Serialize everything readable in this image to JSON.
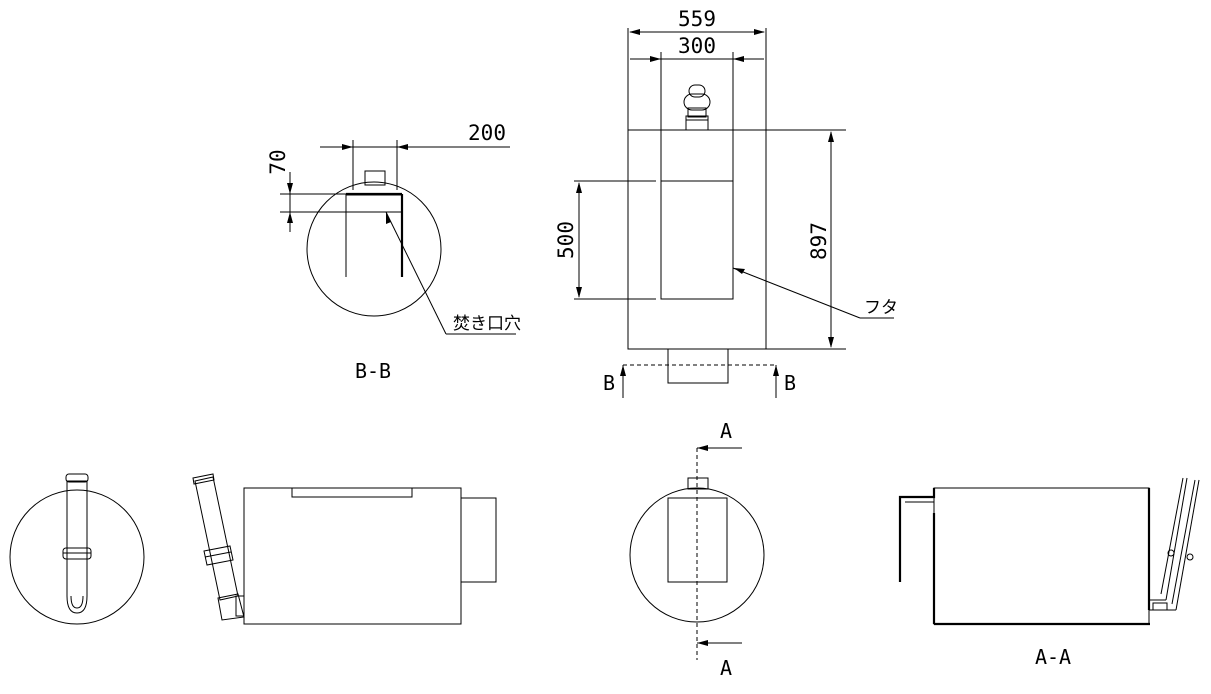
{
  "dimensions": {
    "overall_width": "559",
    "lid_width": "300",
    "overall_height": "897",
    "lid_height": "500",
    "hole_offset": "200",
    "hole_depth": "70"
  },
  "labels": {
    "lid": "フタ",
    "fuel_hole": "焚き口穴",
    "section_bb": "B-B",
    "section_aa": "A-A",
    "cut_b_left": "B",
    "cut_b_right": "B",
    "cut_a_top": "A",
    "cut_a_bottom": "A"
  }
}
